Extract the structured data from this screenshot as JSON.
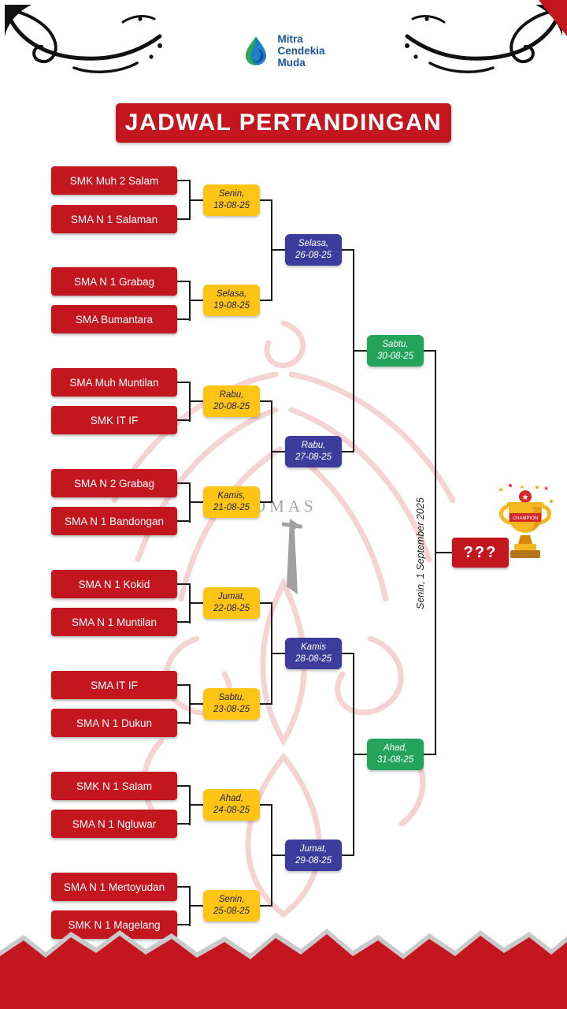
{
  "header": {
    "logo": {
      "lines": [
        "Mitra",
        "Cendekia",
        "Muda"
      ]
    },
    "title": "JADWAL PERTANDINGAN"
  },
  "bracket": {
    "teams": [
      "SMK Muh 2 Salam",
      "SMA N 1 Salaman",
      "SMA N 1 Grabag",
      "SMA Bumantara",
      "SMA Muh Muntilan",
      "SMK IT IF",
      "SMA N 2 Grabag",
      "SMA N 1 Bandongan",
      "SMA N 1 Kokid",
      "SMA N 1 Muntilan",
      "SMA IT IF",
      "SMA N 1 Dukun",
      "SMK N 1 Salam",
      "SMA N 1 Ngluwar",
      "SMA N 1 Mertoyudan",
      "SMK N 1 Magelang"
    ],
    "round1": [
      {
        "day": "Senin,",
        "date": "18-08-25"
      },
      {
        "day": "Selasa,",
        "date": "19-08-25"
      },
      {
        "day": "Rabu,",
        "date": "20-08-25"
      },
      {
        "day": "Kamis,",
        "date": "21-08-25"
      },
      {
        "day": "Jumat,",
        "date": "22-08-25"
      },
      {
        "day": "Sabtu,",
        "date": "23-08-25"
      },
      {
        "day": "Ahad,",
        "date": "24-08-25"
      },
      {
        "day": "Senin,",
        "date": "25-08-25"
      }
    ],
    "round2": [
      {
        "day": "Selasa,",
        "date": "26-08-25"
      },
      {
        "day": "Rabu,",
        "date": "27-08-25"
      },
      {
        "day": "Kamis",
        "date": "28-08-25"
      },
      {
        "day": "Jumat,",
        "date": "29-08-25"
      }
    ],
    "semifinals": [
      {
        "day": "Sabtu,",
        "date": "30-08-25"
      },
      {
        "day": "Ahad,",
        "date": "31-08-25"
      }
    ],
    "final": {
      "label": "Senin, 1 September 2025",
      "champion_placeholder": "???"
    }
  },
  "trophy": {
    "ribbon": "CHAMPION"
  },
  "watermark": {
    "text": "OMAS"
  },
  "colors": {
    "red": "#C4161F",
    "yellow": "#FFC414",
    "yellow_text": "#1D2150",
    "indigo": "#3B3C9B",
    "green": "#23A45A",
    "logo_blue": "#19549C",
    "line": "#1b1b1b"
  }
}
